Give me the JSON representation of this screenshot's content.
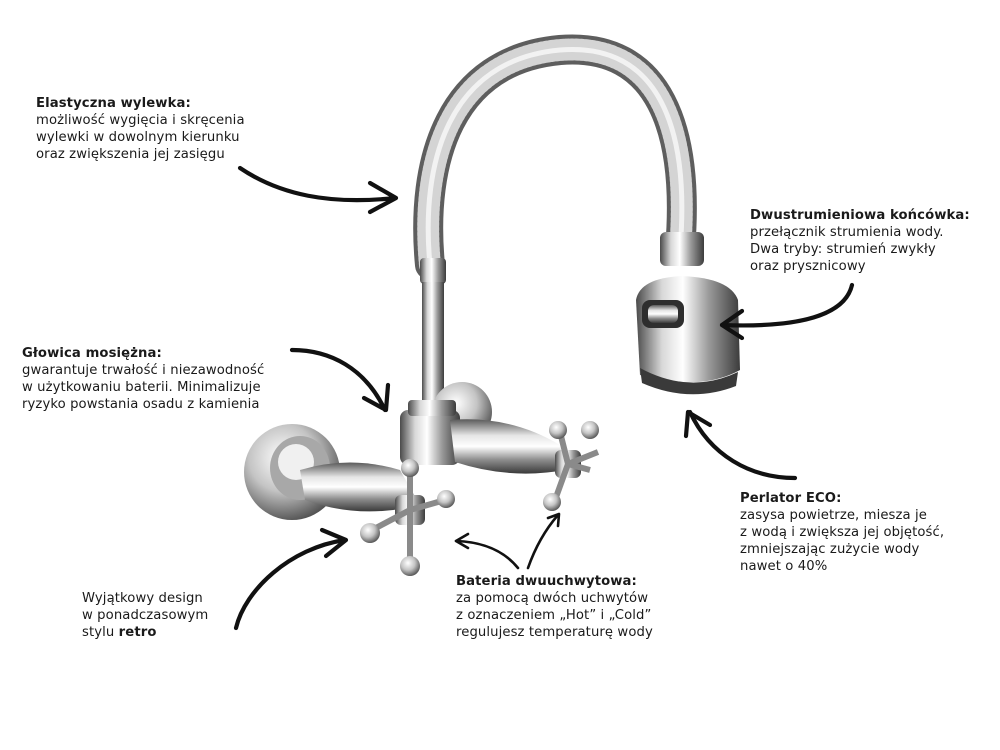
{
  "callouts": {
    "elastic": {
      "title": "Elastyczna wylewka:",
      "lines": [
        "możliwość wygięcia i skręcenia",
        "wylewki w dowolnym kierunku",
        "oraz zwiększenia jej zasięgu"
      ]
    },
    "dual_stream": {
      "title": "Dwustrumieniowa końcówka:",
      "lines": [
        "przełącznik strumienia wody.",
        "Dwa tryby: strumień zwykły",
        "oraz prysznicowy"
      ]
    },
    "brass_head": {
      "title": "Głowica mosiężna:",
      "lines": [
        "gwarantuje trwałość i niezawodność",
        "w użytkowaniu baterii. Minimalizuje",
        "ryzyko powstania osadu z kamienia"
      ]
    },
    "aerator": {
      "title": "Perlator ECO:",
      "lines": [
        "zasysa powietrze, miesza je",
        "z wodą i zwiększa jej objętość,",
        "zmniejszając zużycie wody",
        "nawet o 40%"
      ]
    },
    "design": {
      "lines": [
        "Wyjątkowy design",
        "w ponadczasowym"
      ],
      "last_prefix": "stylu ",
      "last_bold": "retro"
    },
    "two_handle": {
      "title": "Bateria dwuuchwytowa:",
      "lines": [
        "za pomocą dwóch uchwytów",
        "z oznaczeniem „Hot” i „Cold”",
        "regulujesz temperaturę wody"
      ]
    }
  },
  "colors": {
    "text": "#1a1a1a",
    "arrow": "#111111",
    "chrome_light": "#f4f4f4",
    "chrome_mid": "#b9b9b9",
    "chrome_dark": "#3a3a3a"
  }
}
